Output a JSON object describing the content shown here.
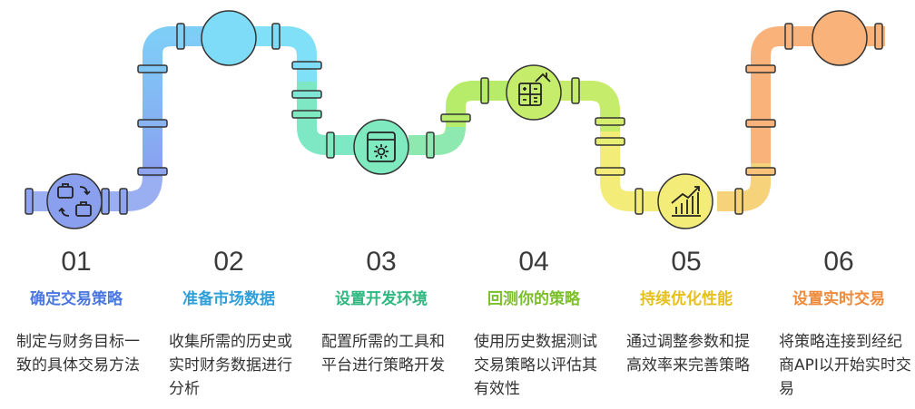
{
  "steps": [
    {
      "num": "01",
      "title": "确定交易策略",
      "desc": "制定与财务目标一致的具体交易方法",
      "color": "#4a77e0",
      "icon": "briefcase-exchange-icon"
    },
    {
      "num": "02",
      "title": "准备市场数据",
      "desc": "收集所需的历史或实时财务数据进行分析",
      "color": "#2e9fd8",
      "icon": "none"
    },
    {
      "num": "03",
      "title": "设置开发环境",
      "desc": "配置所需的工具和平台进行策略开发",
      "color": "#2fb87f",
      "icon": "calendar-settings-icon"
    },
    {
      "num": "04",
      "title": "回测你的策略",
      "desc": "使用历史数据测试交易策略以评估其有效性",
      "color": "#7cbf2a",
      "icon": "calculator-house-icon"
    },
    {
      "num": "05",
      "title": "持续优化性能",
      "desc": "通过调整参数和提高效率来完善策略",
      "color": "#e5c01d",
      "icon": "rising-chart-icon"
    },
    {
      "num": "06",
      "title": "设置实时交易",
      "desc": "将策略连接到经纪商API以开始实时交易",
      "color": "#ef8a3a",
      "icon": "none"
    }
  ]
}
